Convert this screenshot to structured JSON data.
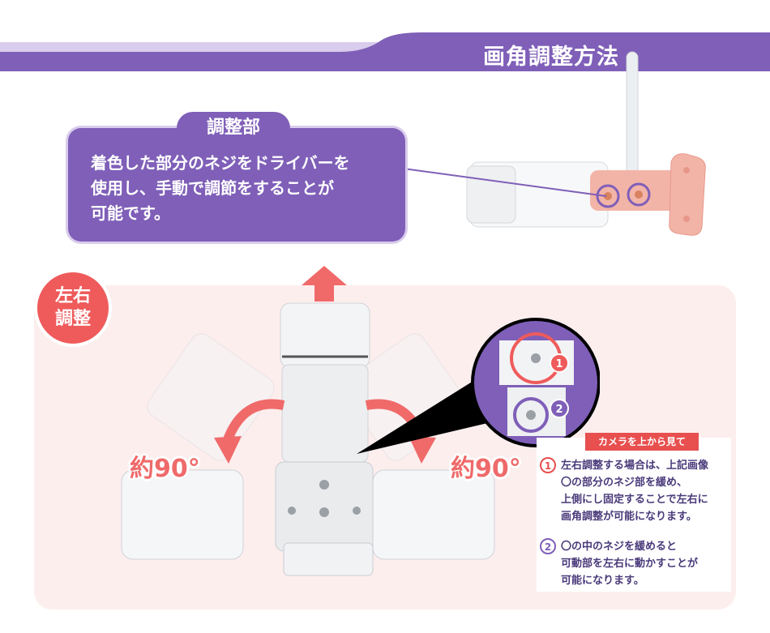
{
  "header": {
    "title": "画角調整方法"
  },
  "adjust_part": {
    "tab_label": "調整部",
    "description_lines": [
      "着色した部分のネジをドライバーを",
      "使用し、手動で調節をすることが",
      "可能です。"
    ]
  },
  "left_right_badge": {
    "line1": "左右",
    "line2": "調整"
  },
  "angle_left": "約90°",
  "angle_right": "約90°",
  "zoom_labels": [
    "1",
    "2"
  ],
  "instructions": {
    "heading": "カメラを上から見て",
    "steps": [
      {
        "number": "1",
        "lines": [
          "左右調整する場合は、上記画像",
          "〇の部分のネジ部を緩め、",
          "上側にし固定することで左右に",
          "画角調整が可能になります。"
        ]
      },
      {
        "number": "2",
        "lines": [
          "〇の中のネジを緩めると",
          "可動部を左右に動かすことが",
          "可能になります。"
        ]
      }
    ]
  },
  "colors": {
    "banner_purple": "#7f5fb8",
    "banner_light": "#d9ccec",
    "accent_red": "#ef5b5b",
    "panel_pink": "#fdeeee",
    "step1_red": "#e84f4f",
    "step2_purple": "#7f5fb8"
  }
}
